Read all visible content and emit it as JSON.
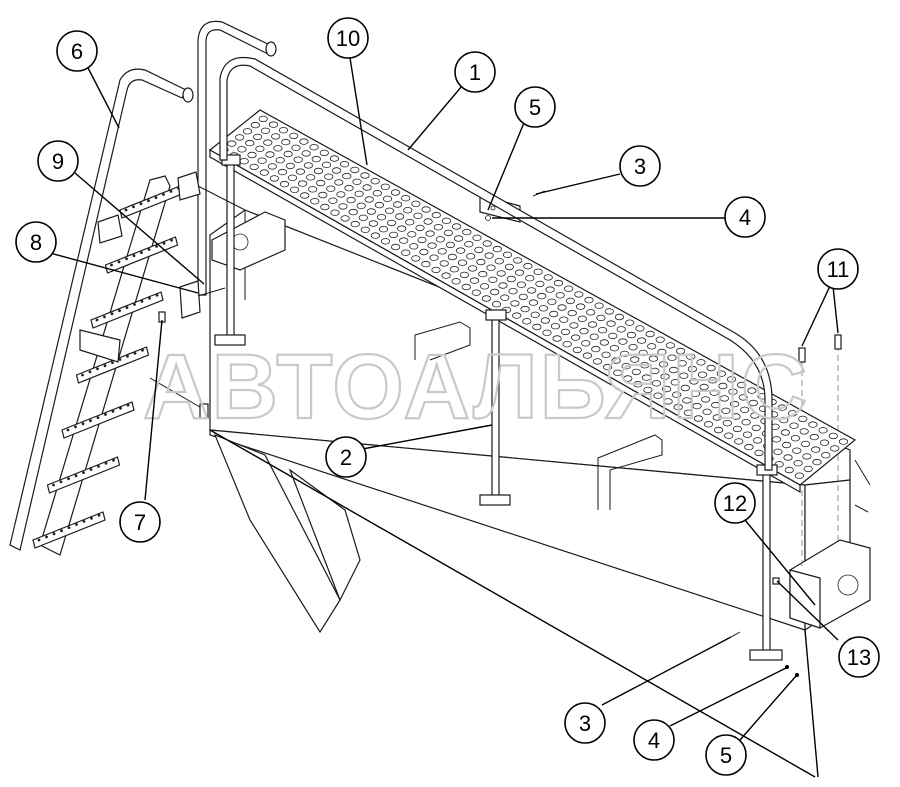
{
  "watermark": "АВТОАЛЬЯНС",
  "callouts": [
    {
      "id": "callout-1",
      "label": "1"
    },
    {
      "id": "callout-2",
      "label": "2"
    },
    {
      "id": "callout-3a",
      "label": "3"
    },
    {
      "id": "callout-3b",
      "label": "3"
    },
    {
      "id": "callout-4a",
      "label": "4"
    },
    {
      "id": "callout-4b",
      "label": "4"
    },
    {
      "id": "callout-5a",
      "label": "5"
    },
    {
      "id": "callout-5b",
      "label": "5"
    },
    {
      "id": "callout-6",
      "label": "6"
    },
    {
      "id": "callout-7",
      "label": "7"
    },
    {
      "id": "callout-8",
      "label": "8"
    },
    {
      "id": "callout-9",
      "label": "9"
    },
    {
      "id": "callout-10",
      "label": "10"
    },
    {
      "id": "callout-11",
      "label": "11"
    },
    {
      "id": "callout-12",
      "label": "12"
    },
    {
      "id": "callout-13",
      "label": "13"
    }
  ],
  "colors": {
    "line": "#1a1a1a",
    "watermark": "#c9c9c9",
    "background": "#ffffff"
  }
}
